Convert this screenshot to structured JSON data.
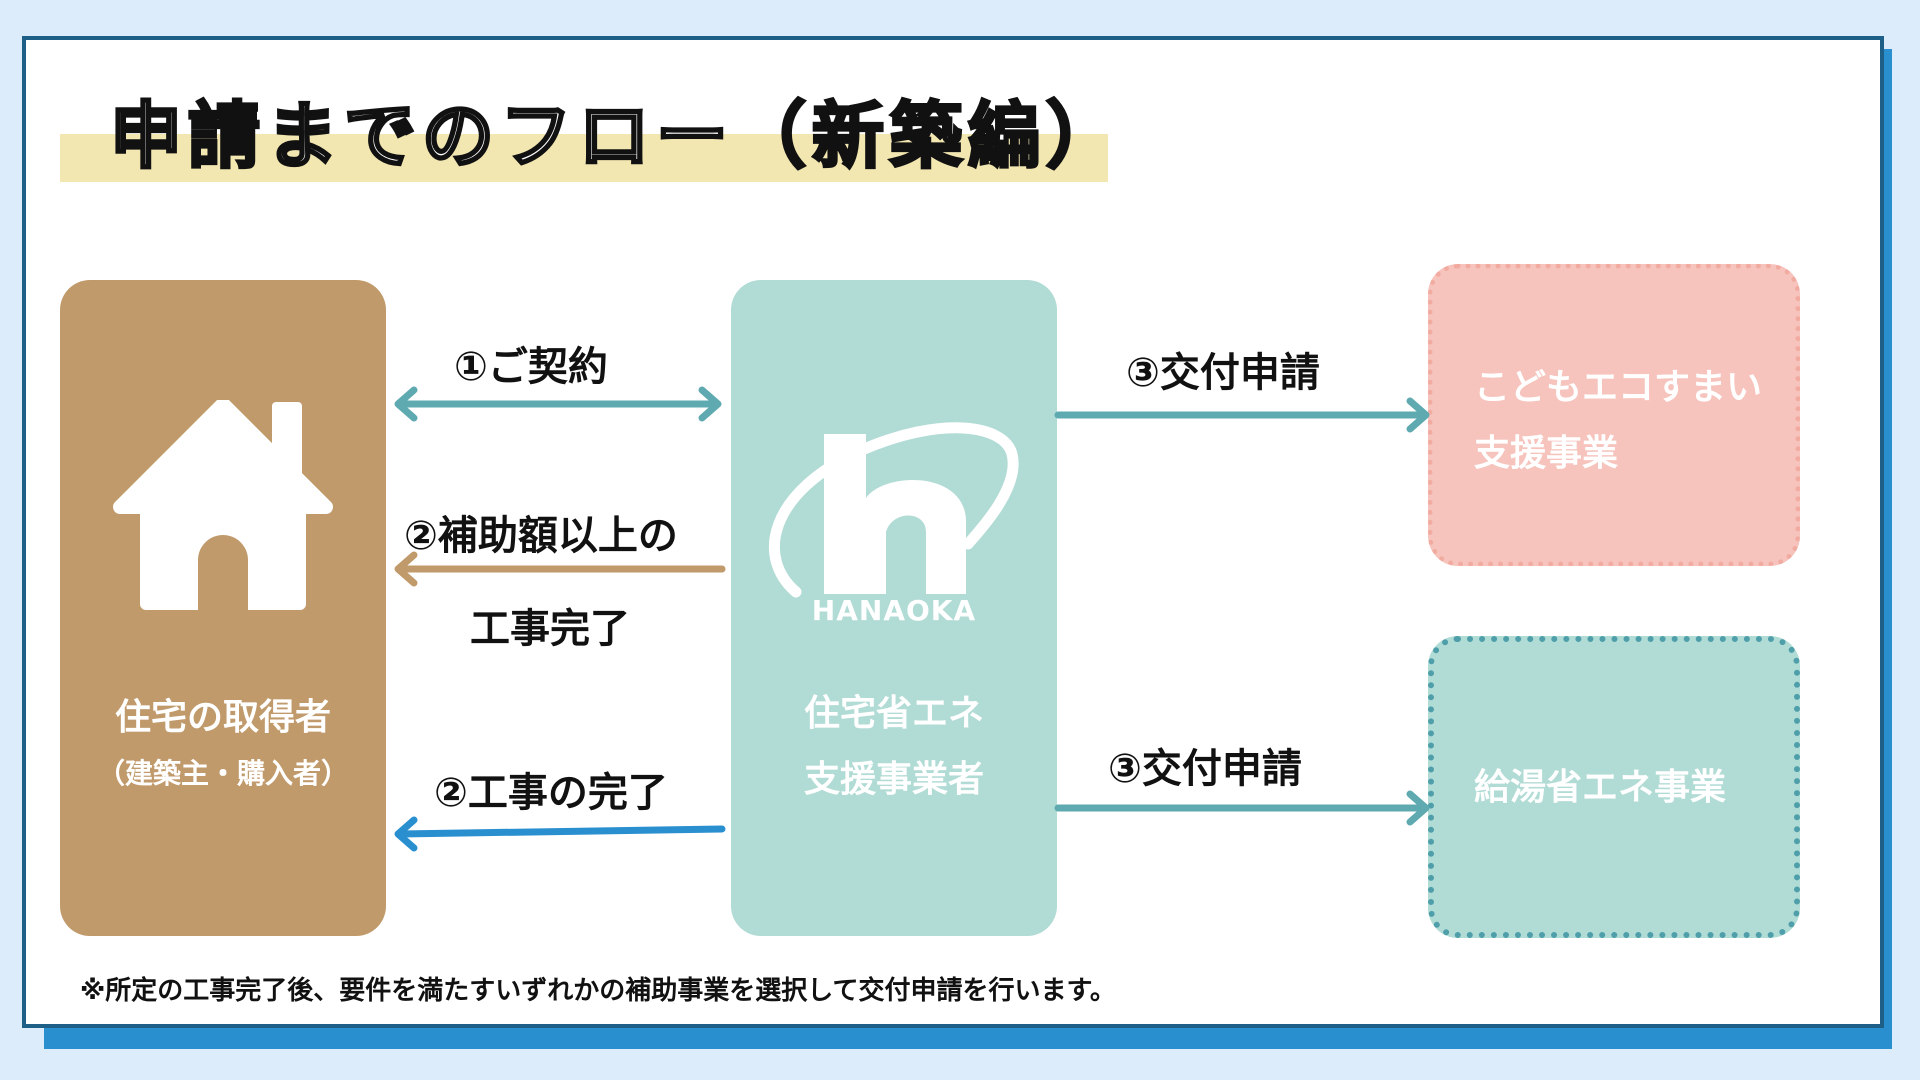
{
  "title": "申請までのフロー（新築編）",
  "nodes": {
    "buyer": {
      "line1": "住宅の取得者",
      "line2": "（建築主・購入者）"
    },
    "company": {
      "logo_text": "HANAOKA",
      "logo_letter": "h",
      "line1": "住宅省エネ",
      "line2": "支援事業者"
    },
    "kodomo": {
      "line1": "こどもエコすまい",
      "line2": "支援事業"
    },
    "kyuto": {
      "line1": "給湯省エネ事業"
    }
  },
  "arrows": {
    "contract": "①ご契約",
    "subsidy_line1": "②補助額以上の",
    "subsidy_line2": "工事完了",
    "construction": "②工事の完了",
    "apply_top": "③交付申請",
    "apply_bottom": "③交付申請"
  },
  "footnote": "※所定の工事完了後、要件を満たすいずれかの補助事業を選択して交付申請を行います。",
  "colors": {
    "buyer_box": "#c19a6b",
    "company_box": "#b1dbd5",
    "kodomo_box": "#f6c4bd",
    "kyuto_box": "#b1dbd5",
    "arrow_teal": "#5eaab0",
    "arrow_brown": "#c19a6b",
    "arrow_blue": "#2a8fcf",
    "frame": "#1d5f86",
    "title_highlight": "#f2e6b1"
  },
  "icons": {
    "buyer": "house-icon",
    "company": "hanaoka-logo"
  }
}
